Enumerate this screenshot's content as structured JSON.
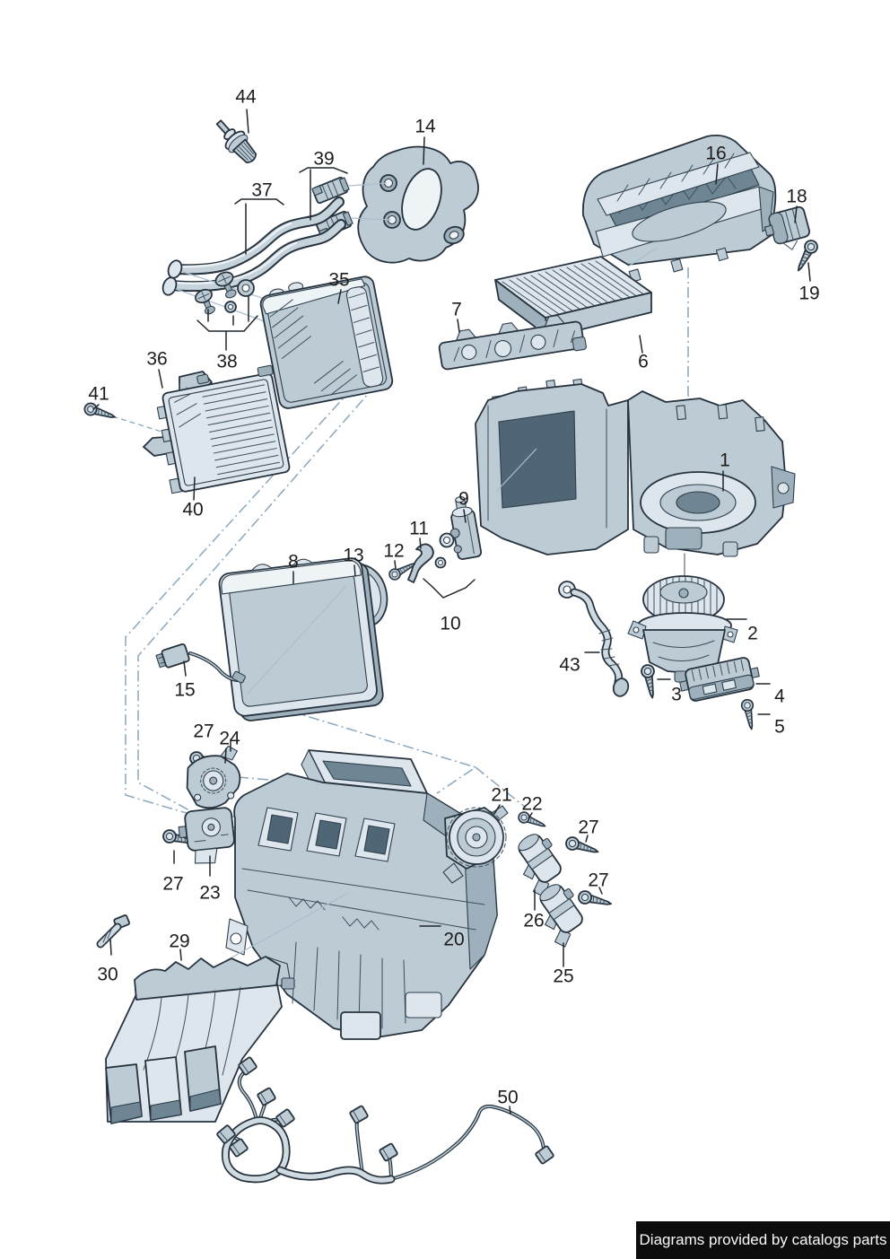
{
  "banner": {
    "text": "Diagrams provided by catalogs parts",
    "bg": "#0c0c0c",
    "fg": "#fafafa"
  },
  "palette": {
    "outline": "#26333f",
    "fill_light": "#dde6ec",
    "fill_mid": "#bccbd4",
    "fill_dark": "#9db0bb",
    "cavity": "#4e6675",
    "hint_blue": "#8ba7bc",
    "label_color": "#1c1c1c",
    "background": "#ffffff"
  },
  "callouts": [
    {
      "label": "44"
    },
    {
      "label": "14"
    },
    {
      "label": "39"
    },
    {
      "label": "37"
    },
    {
      "label": "16"
    },
    {
      "label": "18"
    },
    {
      "label": "19"
    },
    {
      "label": "35"
    },
    {
      "label": "7"
    },
    {
      "label": "6"
    },
    {
      "label": "36"
    },
    {
      "label": "38"
    },
    {
      "label": "41"
    },
    {
      "label": "40"
    },
    {
      "label": "1"
    },
    {
      "label": "9"
    },
    {
      "label": "11"
    },
    {
      "label": "12"
    },
    {
      "label": "13"
    },
    {
      "label": "8"
    },
    {
      "label": "10"
    },
    {
      "label": "2"
    },
    {
      "label": "43"
    },
    {
      "label": "3"
    },
    {
      "label": "4"
    },
    {
      "label": "5"
    },
    {
      "label": "15"
    },
    {
      "label": "27"
    },
    {
      "label": "24"
    },
    {
      "label": "21"
    },
    {
      "label": "22"
    },
    {
      "label": "27"
    },
    {
      "label": "27"
    },
    {
      "label": "27"
    },
    {
      "label": "23"
    },
    {
      "label": "26"
    },
    {
      "label": "20"
    },
    {
      "label": "25"
    },
    {
      "label": "30"
    },
    {
      "label": "29"
    },
    {
      "label": "50"
    }
  ]
}
